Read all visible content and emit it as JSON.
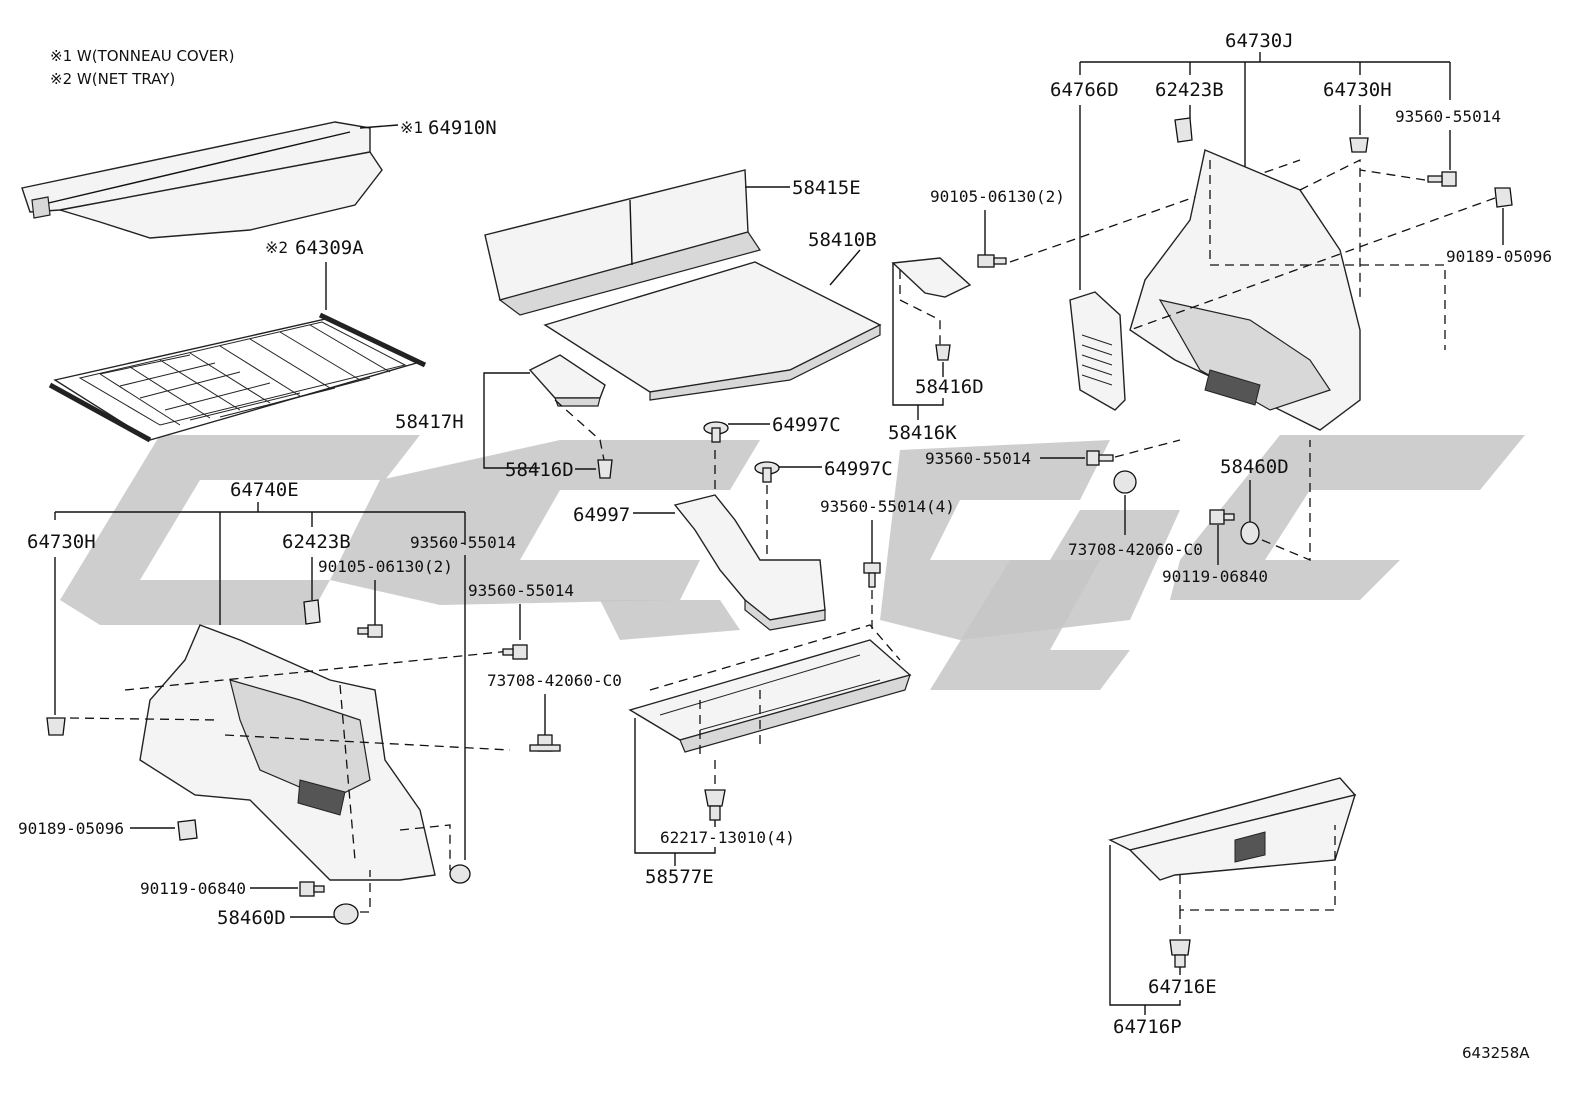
{
  "notes": {
    "note1": "※1 W(TONNEAU COVER)",
    "note2": "※2 W(NET TRAY)"
  },
  "watermark": {
    "color": "#c6c6c6"
  },
  "labels": {
    "l_64910N_mark": "※1",
    "l_64910N": "64910N",
    "l_64309A_mark": "※2",
    "l_64309A": "64309A",
    "l_58415E": "58415E",
    "l_58410B": "58410B",
    "l_58417H": "58417H",
    "l_58416D_mid": "58416D",
    "l_64997C_a": "64997C",
    "l_64997C_b": "64997C",
    "l_64997": "64997",
    "l_93560_4": "93560-55014(4)",
    "l_62217": "62217-13010(4)",
    "l_58577E": "58577E",
    "l_90105_top": "90105-06130(2)",
    "l_58416D_right": "58416D",
    "l_58416K": "58416K",
    "l_64730J": "64730J",
    "l_64766D": "64766D",
    "l_62423B_right": "62423B",
    "l_64730H_right": "64730H",
    "l_93560_right_top": "93560-55014",
    "l_90189_right": "90189-05096",
    "l_93560_right_mid": "93560-55014",
    "l_58460D_right": "58460D",
    "l_73708_right": "73708-42060-C0",
    "l_90119_right": "90119-06840",
    "l_64740E": "64740E",
    "l_64730H_left": "64730H",
    "l_62423B_left": "62423B",
    "l_93560_left_a": "93560-55014",
    "l_90105_left": "90105-06130(2)",
    "l_93560_left_b": "93560-55014",
    "l_73708_left": "73708-42060-C0",
    "l_90189_left": "90189-05096",
    "l_90119_left": "90119-06840",
    "l_58460D_left": "58460D",
    "l_64716E": "64716E",
    "l_64716P": "64716P"
  },
  "diagram_code": "643258A"
}
